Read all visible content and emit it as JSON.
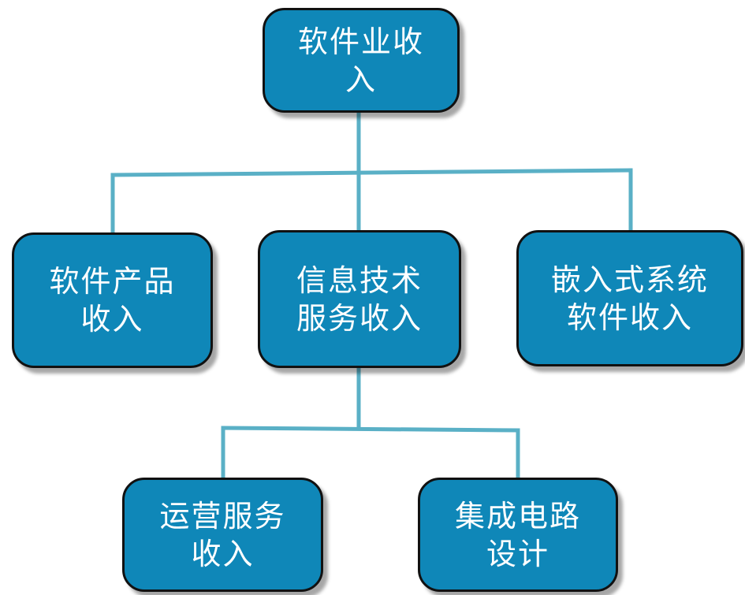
{
  "diagram": {
    "root": {
      "lines": [
        "软件业收",
        "入"
      ]
    },
    "level1": [
      {
        "lines": [
          "软件产品",
          "收入"
        ]
      },
      {
        "lines": [
          "信息技术",
          "服务收入"
        ]
      },
      {
        "lines": [
          "嵌入式系统",
          "软件收入"
        ]
      }
    ],
    "level2": [
      {
        "lines": [
          "运营服务",
          "收入"
        ]
      },
      {
        "lines": [
          "集成电路",
          "设计"
        ]
      }
    ],
    "colors": {
      "box_fill": "#0f87b8",
      "box_border": "#111111",
      "box_text": "#ffffff",
      "connector": "#5ab0c6",
      "background": "#ffffff"
    }
  }
}
